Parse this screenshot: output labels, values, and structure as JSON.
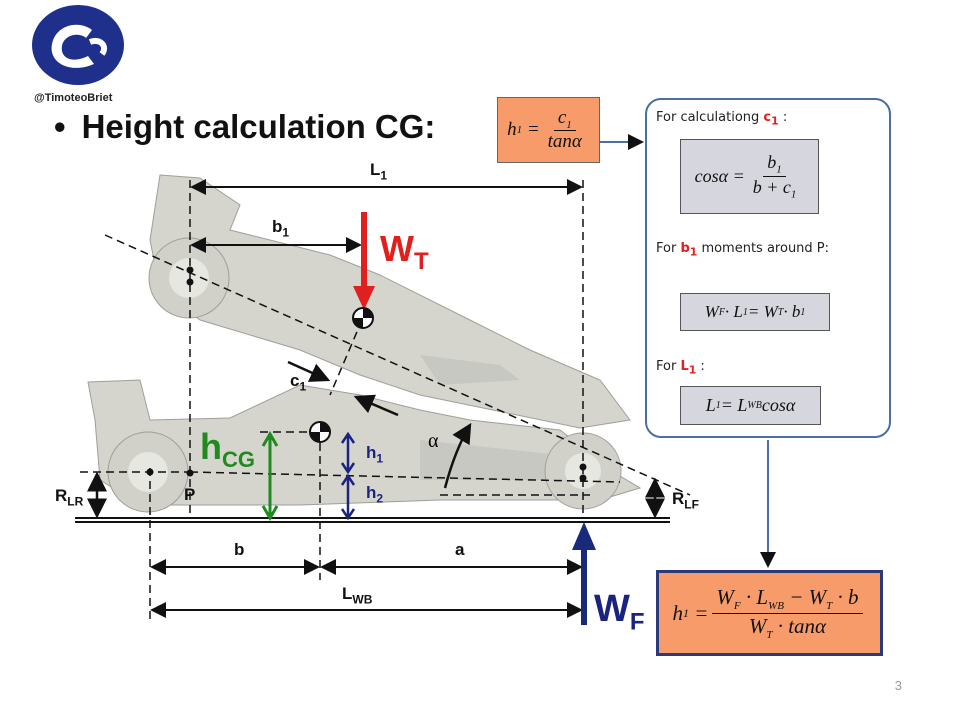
{
  "logo": {
    "handle": "@TimoteoBriet",
    "brand_color": "#1f2f8c"
  },
  "title": {
    "bullet": "•",
    "text": "Height calculation CG:"
  },
  "labels": {
    "L1": "L",
    "L1_sub": "1",
    "b1": "b",
    "b1_sub": "1",
    "WT": "W",
    "WT_sub": "T",
    "c1": "c",
    "c1_sub": "1",
    "alpha": "α",
    "hCG": "h",
    "hCG_sub": "CG",
    "h1": "h",
    "h1_sub": "1",
    "h2": "h",
    "h2_sub": "2",
    "RLR": "R",
    "RLR_sub": "LR",
    "RLF": "R",
    "RLF_sub": "LF",
    "P": "P",
    "b": "b",
    "a": "a",
    "LWB": "L",
    "LWB_sub": "WB",
    "WF": "W",
    "WF_sub": "F"
  },
  "formulas": {
    "top": {
      "lhs": "h",
      "lhs_sub": "1",
      "num": "c",
      "num_sub": "1",
      "den": "tanα"
    },
    "cos": {
      "lhs": "cosα =",
      "num": "b",
      "num_sub": "1",
      "den": "b + c",
      "den_sub": "1"
    },
    "moments": {
      "text": "W",
      "s1": "F",
      "t2": " · L",
      "s2": "1",
      "t3": " = W",
      "s3": "T",
      "t4": " · b",
      "s4": "1"
    },
    "l1": {
      "t1": "L",
      "s1": "1",
      "t2": " = L",
      "s2": "WB",
      "t3": " cosα"
    },
    "final": {
      "lhs": "h",
      "lhs_sub": "1",
      "num_a": "W",
      "num_a_sub": "F",
      "num_b": " · L",
      "num_b_sub": "WB",
      "num_c": " − W",
      "num_c_sub": "T",
      "num_d": " · b",
      "den_a": "W",
      "den_a_sub": "T",
      "den_b": " · tanα"
    }
  },
  "notes": {
    "c1_pre": "For calculationg ",
    "c1_red": "c",
    "c1_red_sub": "1",
    "c1_post": " :",
    "b1_pre": "For ",
    "b1_red": "b",
    "b1_red_sub": "1",
    "b1_post": " moments around P:",
    "l1_pre": "For ",
    "l1_red": "L",
    "l1_red_sub": "1",
    "l1_post": " :"
  },
  "page_number": "3",
  "colors": {
    "red_arrow": "#e0201e",
    "blue_arrow": "#1a2a7a",
    "green": "#1f8a1f",
    "navy": "#1a237e",
    "panel_border": "#4a6fa5",
    "orange": "#f79b6b",
    "car": "#d3d3cc"
  }
}
